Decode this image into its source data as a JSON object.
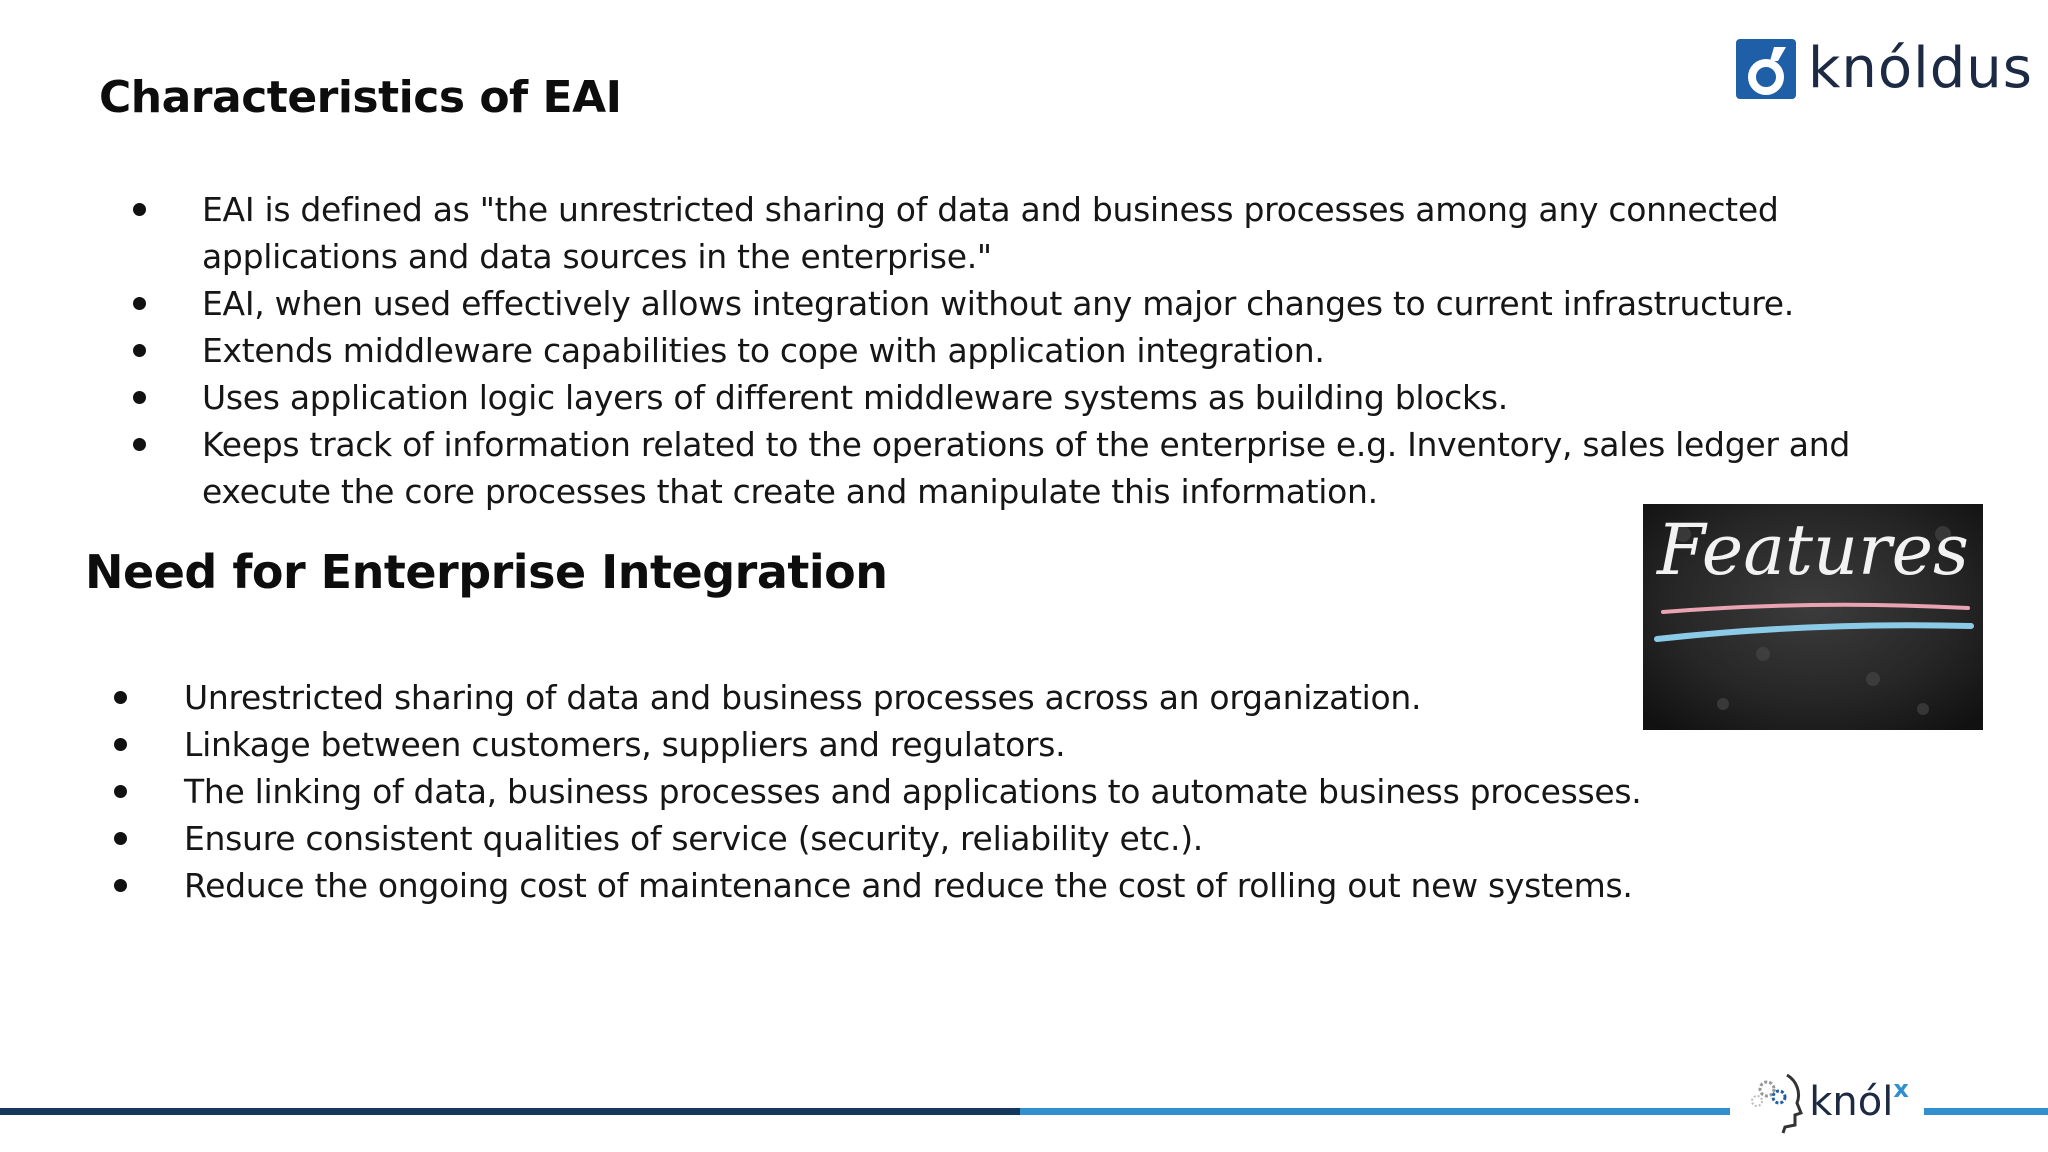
{
  "section1": {
    "title": "Characteristics of EAI",
    "bullets": [
      "EAI is defined as \"the unrestricted sharing of data and business processes among any connected applications and data sources in the enterprise.\"",
      "EAI, when used effectively allows integration without any major changes to current infrastructure.",
      "Extends middleware capabilities to cope with application integration.",
      "Uses application logic layers of different middleware systems as building blocks.",
      "Keeps track of information related to the operations of the enterprise e.g. Inventory, sales ledger and execute the core processes that create and manipulate this information."
    ]
  },
  "section2": {
    "title": "Need for Enterprise Integration",
    "bullets": [
      "Unrestricted sharing of data and business processes across an organization.",
      "Linkage between customers, suppliers and regulators.",
      "The linking of data, business processes and applications to automate business processes.",
      "Ensure consistent qualities of service (security, reliability etc.).",
      "Reduce the ongoing cost of maintenance and reduce the cost of rolling out new systems."
    ]
  },
  "logo": {
    "brand": "knóldus",
    "brand_color": "#1d2a44",
    "mark_color": "#1f5fa8"
  },
  "features_image": {
    "text": "Features"
  },
  "footer": {
    "knolx_text": "knól",
    "knolx_sup": "x",
    "bar_dark_color": "#14385c",
    "bar_light_color": "#2f8fcf"
  }
}
